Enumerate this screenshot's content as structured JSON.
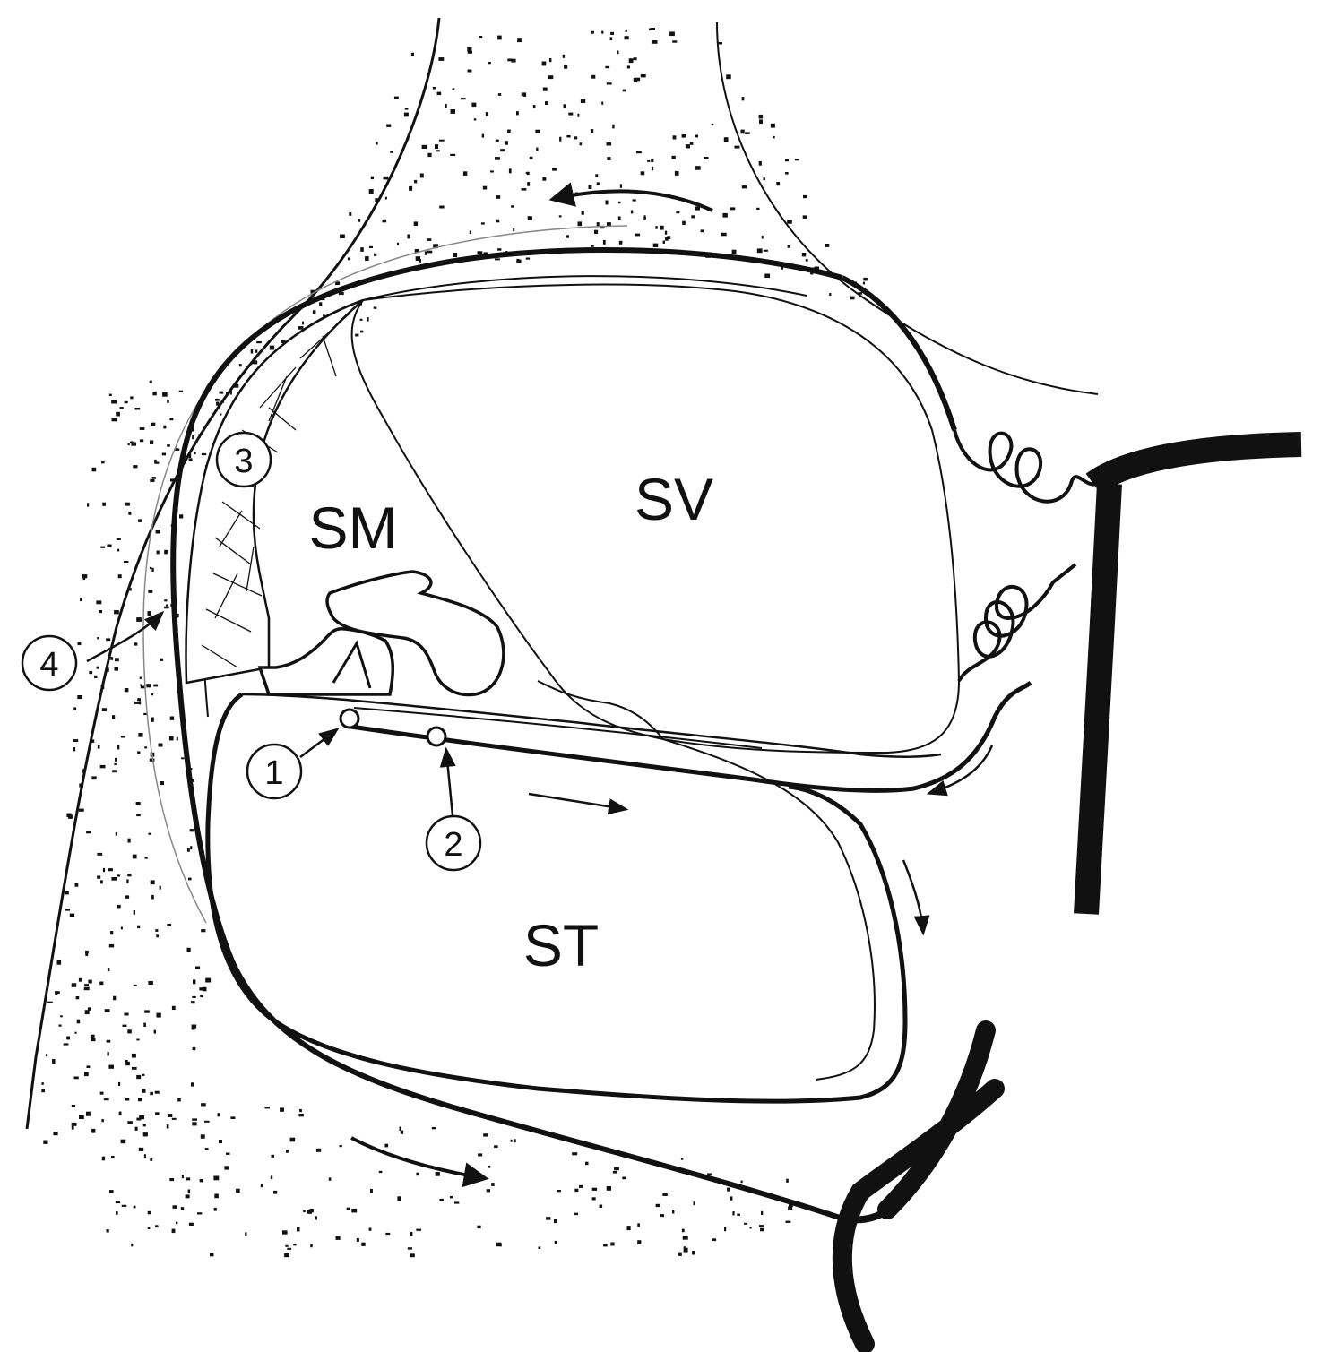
{
  "chambers": {
    "sv": "SV",
    "sm": "SM",
    "st": "ST"
  },
  "markers": {
    "m1": "1",
    "m2": "2",
    "m3": "3",
    "m4": "4"
  },
  "colors": {
    "ink": "#111111",
    "paper": "#ffffff"
  }
}
